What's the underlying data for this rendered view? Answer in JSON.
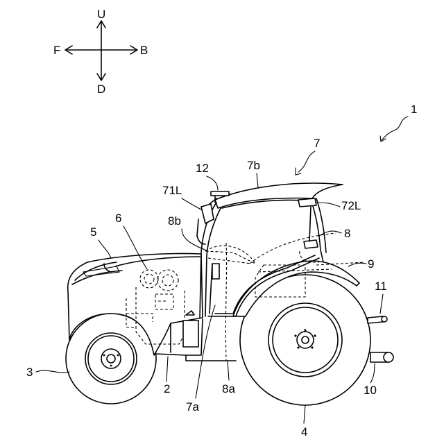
{
  "figure": {
    "direction_labels": {
      "up": "U",
      "down": "D",
      "front": "F",
      "back": "B"
    },
    "reference_labels": {
      "tractor": "1",
      "front_wheel": "3",
      "rear_wheel": "4",
      "hood": "5",
      "engine": "6",
      "cabin": "7",
      "cabin_roof": "7b",
      "cabin_door": "7a",
      "frame": "2",
      "mirror_left": "71L",
      "rear_mirror_left": "72L",
      "seat_area": "8",
      "seat_top": "8b",
      "seat_base": "8a",
      "fender": "9",
      "hitch_upper": "11",
      "hitch_lower": "10",
      "antenna": "12"
    }
  }
}
